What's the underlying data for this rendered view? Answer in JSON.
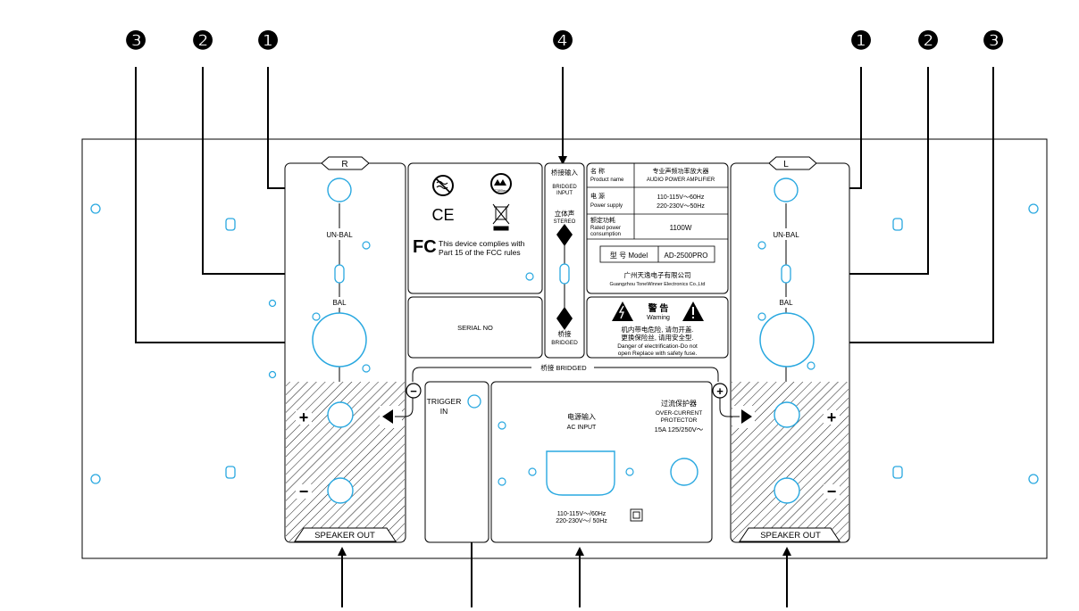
{
  "callouts": {
    "n1": "❶",
    "n2": "❷",
    "n3": "❸",
    "n4": "❹"
  },
  "right_channel": {
    "tag": "R",
    "unbal_label": "UN-BAL",
    "bal_label": "BAL",
    "plus": "+",
    "minus": "−",
    "speaker_out": "SPEAKER OUT"
  },
  "left_channel": {
    "tag": "L",
    "unbal_label": "UN-BAL",
    "bal_label": "BAL",
    "plus": "+",
    "minus": "−",
    "speaker_out": "SPEAKER OUT"
  },
  "cert_panel": {
    "ce": "CE",
    "fcc_logo": "FC",
    "fcc_line1": "This device complies with",
    "fcc_line2": "Part 15 of the FCC rules",
    "cert_mark": "C380ma"
  },
  "serial_panel": {
    "label": "SERIAL NO"
  },
  "bridge_switch": {
    "cn_top": "桥接输入",
    "en_top1": "BRIDGED",
    "en_top2": "INPUT",
    "cn_mid": "立体声",
    "en_mid": "STEREO",
    "cn_bottom": "桥接",
    "en_bottom": "BRIDGED"
  },
  "spec_table": {
    "rows": [
      {
        "cn": "名  称",
        "en": "Product name",
        "val_cn": "专业声频功率放大器",
        "val_en": "AUDIO POWER AMPLIFIER"
      },
      {
        "cn": "电  源",
        "en": "Power supply",
        "val_1": "110-115V～60Hz",
        "val_2": "220-230V～50Hz"
      },
      {
        "cn": "额定功耗",
        "en1": "Rated power",
        "en2": "consumption",
        "val": "1100W"
      }
    ],
    "model_label": "型 号 Model",
    "model_value": "AD-2500PRO",
    "maker_cn": "广州天逸电子有限公司",
    "maker_en": "Guangzhou ToneWinner Electronics Co.,Ltd"
  },
  "warning_panel": {
    "title_cn": "警  告",
    "title_en": "Warning",
    "line1": "机内带电危险, 请勿开盖.",
    "line2": "更换保险丝, 请用安全型.",
    "line3": "Danger of electrification-Do not",
    "line4": "open Replace with safety fuse."
  },
  "bridged_label": "桥接 BRIDGED",
  "bridge_minus": "−",
  "bridge_plus": "+",
  "trigger": {
    "line1": "TRIGGER",
    "line2": "IN"
  },
  "ac_panel": {
    "input_cn": "电源输入",
    "input_en": "AC INPUT",
    "prot_cn": "过流保护器",
    "prot_en1": "OVER-CURRENT",
    "prot_en2": "PROTECTOR",
    "prot_rating": "15A 125/250V～",
    "volt1": "110-115V～/60Hz",
    "volt2": "220-230V～/ 50Hz"
  },
  "colors": {
    "connector": "#29a8e0",
    "line": "#000000",
    "panel": "#ffffff"
  }
}
